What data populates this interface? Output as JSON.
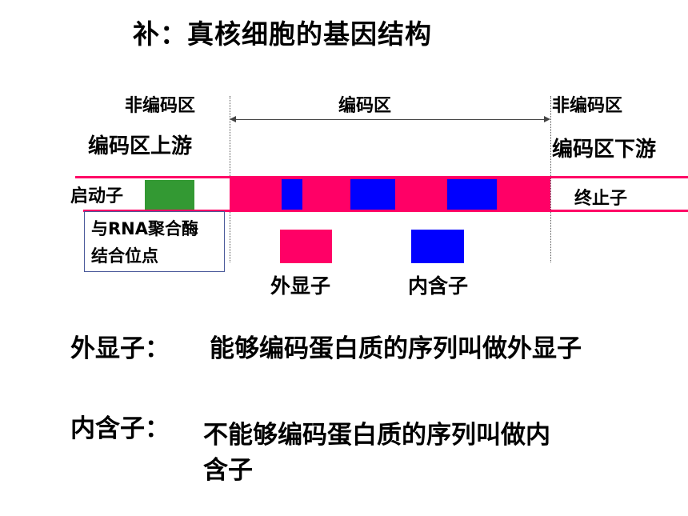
{
  "title": "补：真核细胞的基因结构",
  "labels": {
    "noncoding_left": "非编码区",
    "coding": "编码区",
    "noncoding_right": "非编码区",
    "upstream": "编码区上游",
    "downstream": "编码区下游",
    "promoter": "启动子",
    "terminator": "终止子",
    "rna_pol_site_line1": "与RNA聚合酶",
    "rna_pol_site_line2": "结合位点"
  },
  "legend": {
    "exon": "外显子",
    "intron": "内含子"
  },
  "definitions": {
    "exon_term": "外显子：",
    "exon_desc": "能够编码蛋白质的序列叫做外显子",
    "intron_term": "内含子：",
    "intron_desc_line1": "不能够编码蛋白质的序列叫做内",
    "intron_desc_line2": "含子"
  },
  "colors": {
    "exon": "#ff0066",
    "intron": "#0000ff",
    "promoter_site": "#339933",
    "band_line": "#ff0066"
  }
}
